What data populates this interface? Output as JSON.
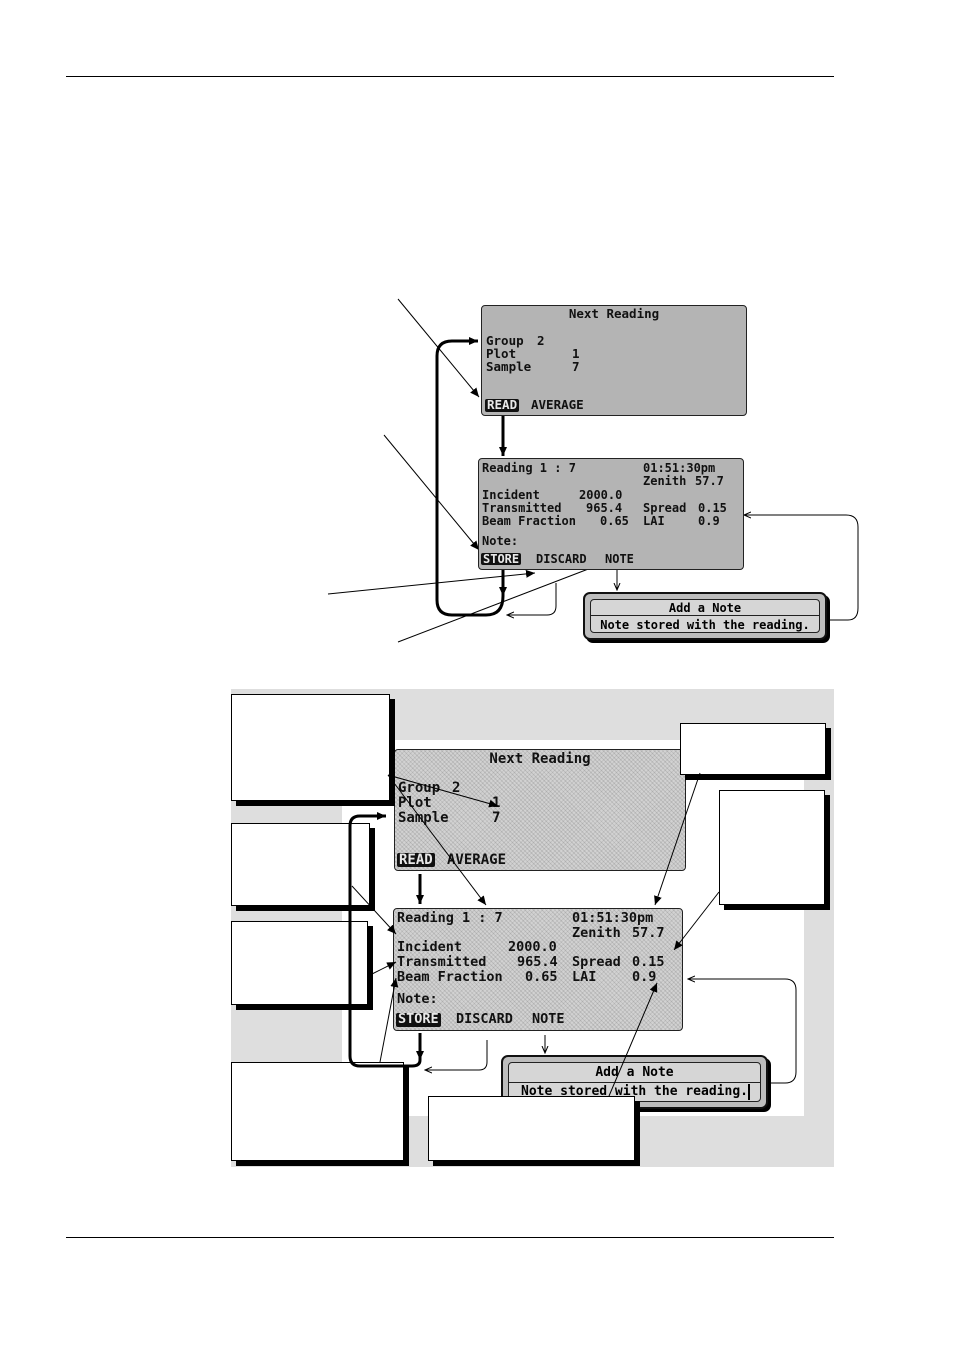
{
  "next_reading": {
    "title": "Next Reading",
    "group_label": "Group",
    "group_value": "2",
    "plot_label": "Plot",
    "plot_value": "1",
    "sample_label": "Sample",
    "sample_value": "7",
    "read_label": "READ",
    "average_label": "AVERAGE"
  },
  "reading": {
    "title": "Reading 1 : 7",
    "time": "01:51:30pm",
    "zenith_label": "Zenith",
    "zenith_value": "57.7",
    "incident_label": "Incident",
    "incident_value": "2000.0",
    "transmitted_label": "Transmitted",
    "transmitted_value": "965.4",
    "spread_label": "Spread",
    "spread_value": "0.15",
    "beam_label": "Beam Fraction",
    "beam_value": "0.65",
    "lai_label": "LAI",
    "lai_value": "0.9",
    "note_label": "Note:",
    "store_label": "STORE",
    "discard_label": "DISCARD",
    "note_button_label": "NOTE"
  },
  "note_dialog": {
    "title": "Add a Note",
    "text": "Note stored with the reading."
  },
  "colors": {
    "screen_gray": "#b4b4b4",
    "panel_gray": "#dedede",
    "ink": "#111111"
  }
}
